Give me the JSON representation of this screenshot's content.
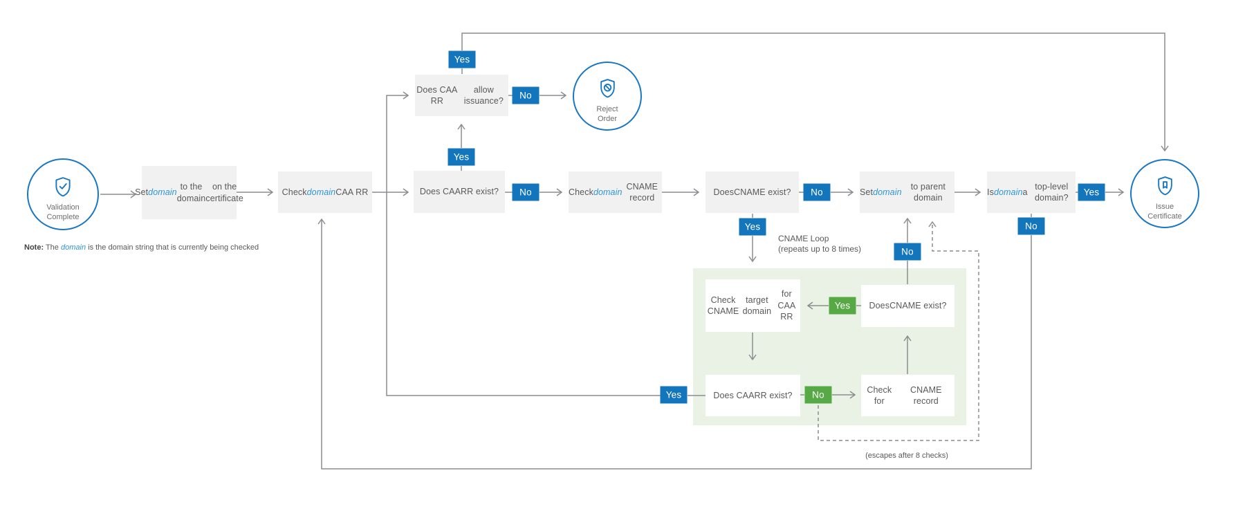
{
  "palette": {
    "badge_blue": "#1376bd",
    "badge_green": "#56a944",
    "circle_outline_blue": "#1777c4",
    "domain_text_blue": "#2e95d3",
    "node_background": "#f1f1f2",
    "loop_region_background": "#e9f2e4",
    "node_text": "#58595b",
    "wire_gray": "#8a8c8f"
  },
  "terminals": {
    "validation_complete": {
      "label": "Validation\nComplete",
      "icon": "shield-check-icon"
    },
    "reject_order": {
      "label": "Reject\nOrder",
      "icon": "shield-slash-icon"
    },
    "issue_certificate": {
      "label": "Issue\nCertificate",
      "icon": "shield-certificate-icon"
    }
  },
  "nodes": {
    "set_domain_cert": {
      "lines": [
        [
          {
            "t": "Set "
          },
          {
            "t": "domain",
            "em": true
          }
        ],
        [
          {
            "t": "to the domain"
          }
        ],
        [
          {
            "t": "on the certificate"
          }
        ]
      ]
    },
    "check_domain_caa": {
      "lines": [
        [
          {
            "t": "Check "
          },
          {
            "t": "domain",
            "em": true
          }
        ],
        [
          {
            "t": "CAA RR"
          }
        ]
      ]
    },
    "does_caa_exist": {
      "lines": [
        [
          {
            "t": "Does CAA"
          }
        ],
        [
          {
            "t": "RR exist?"
          }
        ]
      ]
    },
    "does_caa_allow": {
      "lines": [
        [
          {
            "t": "Does CAA RR"
          }
        ],
        [
          {
            "t": "allow issuance?"
          }
        ]
      ]
    },
    "check_domain_cname": {
      "lines": [
        [
          {
            "t": "Check "
          },
          {
            "t": "domain",
            "em": true
          }
        ],
        [
          {
            "t": "CNAME record"
          }
        ]
      ]
    },
    "does_cname_exist": {
      "lines": [
        [
          {
            "t": "Does"
          }
        ],
        [
          {
            "t": "CNAME exist?"
          }
        ]
      ]
    },
    "set_domain_parent": {
      "lines": [
        [
          {
            "t": "Set "
          },
          {
            "t": "domain",
            "em": true
          }
        ],
        [
          {
            "t": "to parent domain"
          }
        ]
      ]
    },
    "is_domain_tld": {
      "lines": [
        [
          {
            "t": "Is "
          },
          {
            "t": "domain",
            "em": true
          },
          {
            "t": " a"
          }
        ],
        [
          {
            "t": "top-level domain?"
          }
        ]
      ]
    },
    "loop_check_cname_target": {
      "lines": [
        [
          {
            "t": "Check CNAME"
          }
        ],
        [
          {
            "t": "target domain"
          }
        ],
        [
          {
            "t": "for CAA RR"
          }
        ]
      ]
    },
    "loop_does_cname_exist": {
      "lines": [
        [
          {
            "t": "Does"
          }
        ],
        [
          {
            "t": "CNAME exist?"
          }
        ]
      ]
    },
    "loop_does_caa_exist": {
      "lines": [
        [
          {
            "t": "Does CAA"
          }
        ],
        [
          {
            "t": "RR exist?"
          }
        ]
      ]
    },
    "loop_check_cname_record": {
      "lines": [
        [
          {
            "t": "Check for"
          }
        ],
        [
          {
            "t": "CNAME record"
          }
        ]
      ]
    }
  },
  "badges": {
    "caa_allow_yes": "Yes",
    "caa_allow_no": "No",
    "caa_exist_yes": "Yes",
    "caa_exist_no": "No",
    "cname_exist_yes": "Yes",
    "cname_exist_no": "No",
    "tld_yes": "Yes",
    "tld_no": "No",
    "loop_cname_yes": "Yes",
    "loop_cname_no": "No",
    "loop_caa_yes": "Yes",
    "loop_caa_no": "No"
  },
  "loop": {
    "title": "CNAME Loop",
    "subtitle": "(repeats up to 8 times)",
    "escape_note": "(escapes after 8 checks)"
  },
  "note": {
    "lines": [
      [
        {
          "t": "Note:",
          "b": true
        },
        {
          "t": " The "
        },
        {
          "t": "domain",
          "em": true
        },
        {
          "t": " is the domain string that is currently being checked"
        }
      ]
    ]
  }
}
